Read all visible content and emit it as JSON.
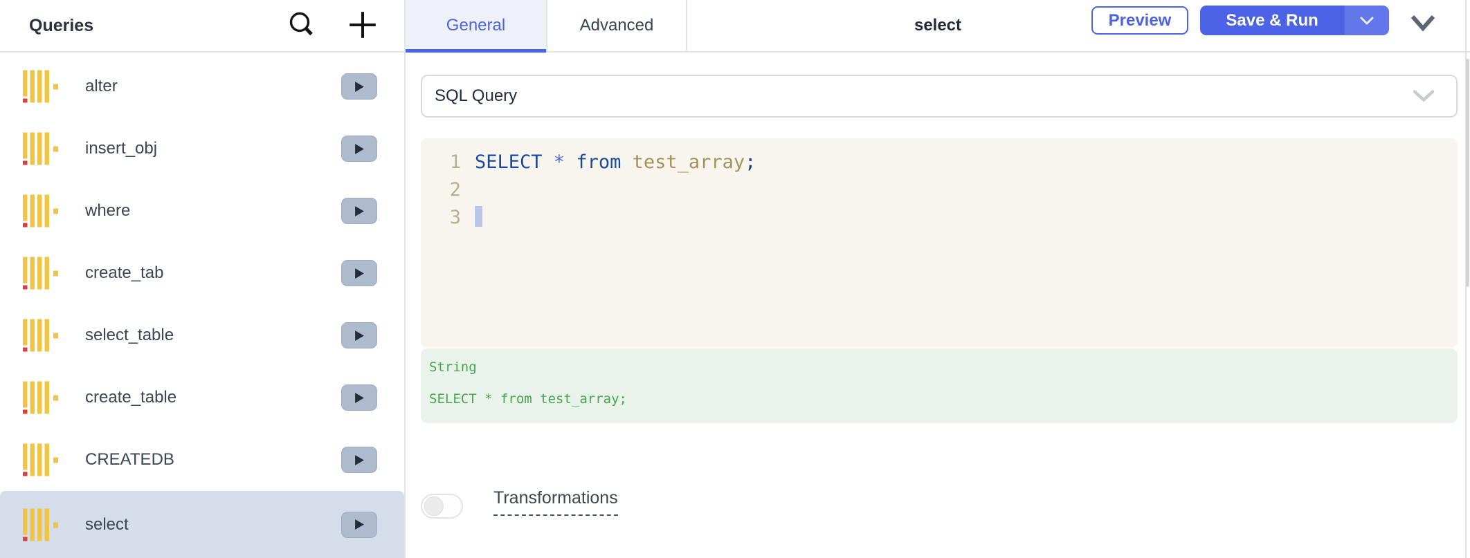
{
  "sidebar": {
    "title": "Queries",
    "icons": {
      "search": "magnifier",
      "add": "plus",
      "run": "play-triangle",
      "query_type": "yellow-bars-db-logo"
    },
    "items": [
      {
        "label": "alter",
        "selected": false
      },
      {
        "label": "insert_obj",
        "selected": false
      },
      {
        "label": "where",
        "selected": false
      },
      {
        "label": "create_tab",
        "selected": false
      },
      {
        "label": "select_table",
        "selected": false
      },
      {
        "label": "create_table",
        "selected": false
      },
      {
        "label": "CREATEDB",
        "selected": false
      },
      {
        "label": "select",
        "selected": true
      }
    ]
  },
  "header": {
    "tabs": [
      {
        "label": "General",
        "active": true
      },
      {
        "label": "Advanced",
        "active": false
      }
    ],
    "title": "select",
    "buttons": {
      "preview": "Preview",
      "save_run": "Save & Run"
    },
    "icons": {
      "save_run_dropdown": "chevron-down",
      "collapse_panel": "chevron-down"
    }
  },
  "query_type_select": {
    "value": "SQL Query",
    "icon": "chevron-down"
  },
  "editor": {
    "lines": [
      {
        "number": "1",
        "tokens": [
          {
            "t": "SELECT ",
            "c": "kw"
          },
          {
            "t": "* ",
            "c": "op"
          },
          {
            "t": "from ",
            "c": "kw"
          },
          {
            "t": "test_array",
            "c": "id"
          },
          {
            "t": ";",
            "c": "pn"
          }
        ],
        "cursor": false
      },
      {
        "number": "2",
        "tokens": [],
        "cursor": false
      },
      {
        "number": "3",
        "tokens": [],
        "cursor": true
      }
    ]
  },
  "result": {
    "type_label": "String",
    "value": "SELECT * from test_array;"
  },
  "transformations": {
    "label": "Transformations",
    "enabled": false
  },
  "colors": {
    "accent_blue": "#4A63E7",
    "save_button_bg": "#4C63E8",
    "selected_row_bg": "#D4DDE9",
    "editor_bg": "#F7F5EE",
    "result_bg": "#E9F3EB",
    "result_text_green": "#47A34C",
    "icon_yellow": "#F2C445",
    "icon_red": "#E13B3B",
    "keyword_blue": "#1A4A9E",
    "operator_blue": "#4B6FE0",
    "identifier_tan": "#A3925C",
    "play_button_bg": "#AEBACD"
  }
}
